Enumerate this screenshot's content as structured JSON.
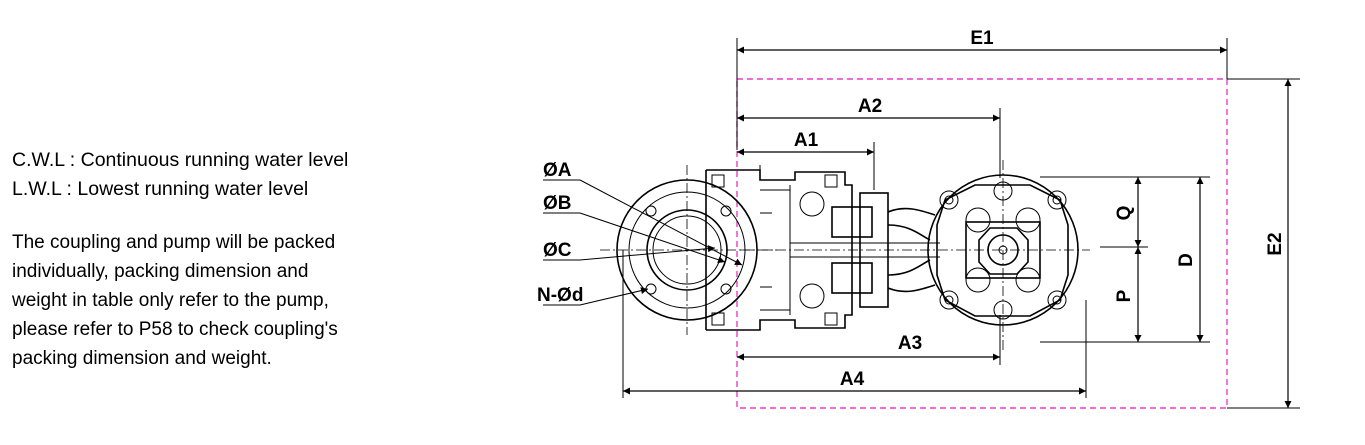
{
  "legend": {
    "cwl": "C.W.L : Continuous running water level",
    "lwl": "L.W.L :  Lowest running water level"
  },
  "note_lines": [
    "The coupling and pump will be packed",
    "individually,  packing  dimension and",
    "weight  in table only refer to the pump,",
    "please refer to P58 to check coupling's",
    "packing dimension and weight."
  ],
  "drawing": {
    "dimension_labels": {
      "e1": "E1",
      "a2": "A2",
      "a1": "A1",
      "a3": "A3",
      "a4": "A4",
      "e2": "E2",
      "d": "D",
      "q": "Q",
      "p": "P"
    },
    "leader_labels": {
      "dia_a": "ØA",
      "dia_b": "ØB",
      "dia_c": "ØC",
      "n_dia_d": "N-Ød"
    },
    "colors": {
      "lines": "#000000",
      "packing_outline": "#e83ec8"
    }
  }
}
